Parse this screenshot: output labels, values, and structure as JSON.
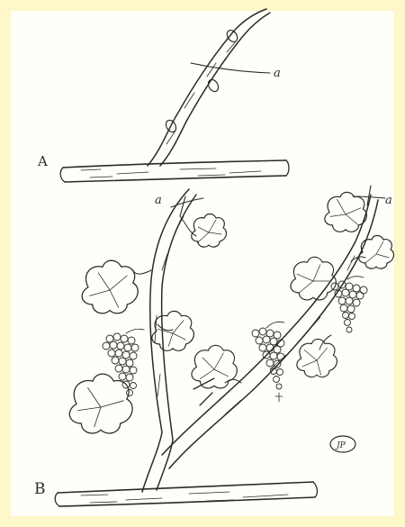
{
  "diagram": {
    "panel_a_label": "A",
    "panel_b_label": "B",
    "callout_a_top": "a",
    "callout_b_left": "a",
    "callout_b_right": "a",
    "signature": "JP"
  },
  "colors": {
    "background": "#fdf7c9",
    "paper": "#fffef8",
    "ink": "#2a2a2a"
  }
}
